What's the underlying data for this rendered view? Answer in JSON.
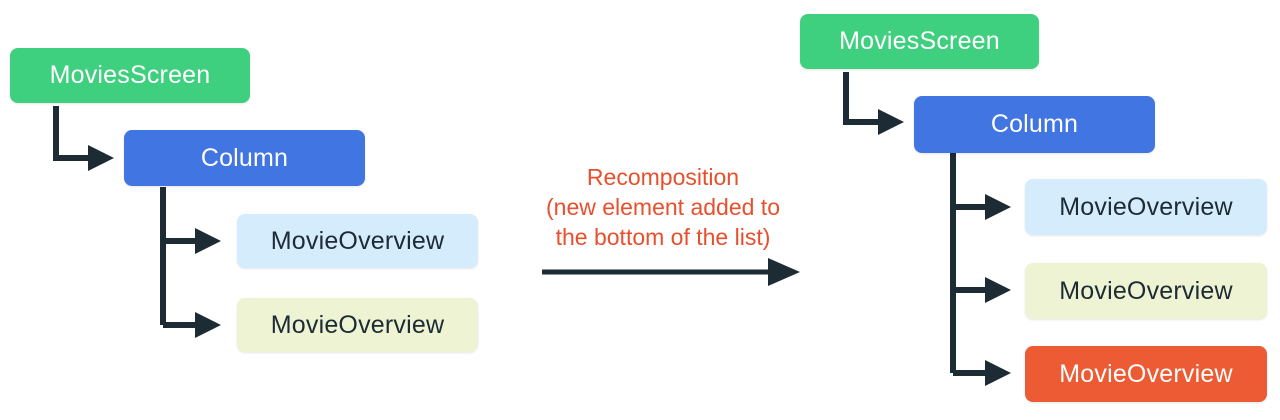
{
  "diagram": {
    "before_tree": {
      "root": "MoviesScreen",
      "container": "Column",
      "children": [
        "MovieOverview",
        "MovieOverview"
      ]
    },
    "transition": {
      "line1": "Recomposition",
      "line2": "(new element added to",
      "line3": "the bottom of the list)"
    },
    "after_tree": {
      "root": "MoviesScreen",
      "container": "Column",
      "children": [
        "MovieOverview",
        "MovieOverview",
        "MovieOverview"
      ]
    },
    "colors": {
      "root_box": "#3ed07e",
      "container_box": "#4175e2",
      "child_blue_box": "#d4ecfb",
      "child_yellow_box": "#eef3d4",
      "child_new_box": "#ec5b33",
      "connector": "#1d2b34",
      "transition_text": "#e8502d"
    }
  }
}
